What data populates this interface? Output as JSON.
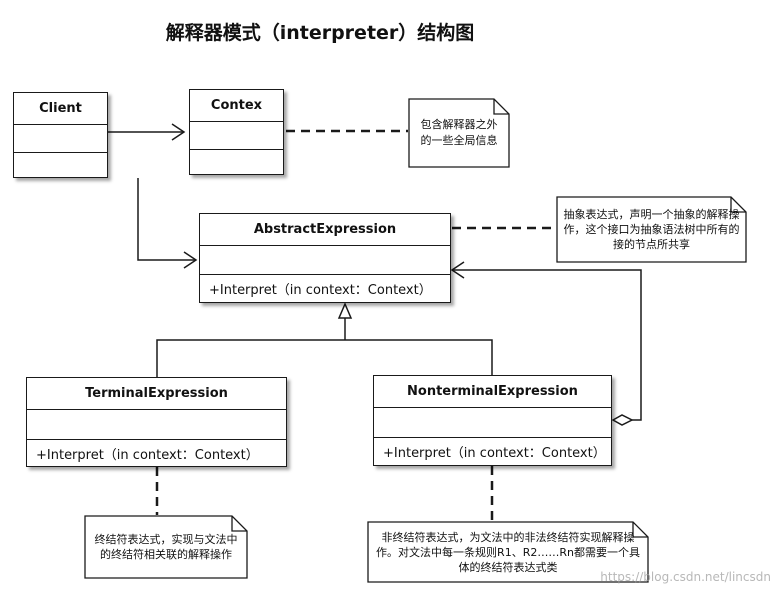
{
  "title": "解释器模式（interpreter）结构图",
  "classes": {
    "client": {
      "name": "Client"
    },
    "contex": {
      "name": "Contex"
    },
    "abstract_expression": {
      "name": "AbstractExpression",
      "operation": "+Interpret（in context：Context）"
    },
    "terminal_expression": {
      "name": "TerminalExpression",
      "operation": "+Interpret（in context：Context）"
    },
    "nonterminal_expression": {
      "name": "NonterminalExpression",
      "operation": "+Interpret（in context：Context）"
    }
  },
  "notes": {
    "contex_note": "包含解释器之外的一些全局信息",
    "abstract_note": "抽象表达式，声明一个抽象的解释操作，这个接口为抽象语法树中所有的接的节点所共享",
    "terminal_note": "终结符表达式，实现与文法中的终结符相关联的解释操作",
    "nonterminal_note": "非终结符表达式，为文法中的非法终结符实现解释操作。对文法中每一条规则R1、R2……Rn都需要一个具体的终结符表达式类"
  },
  "watermark": "https://blog.csdn.net/lincsdn",
  "colors": {
    "line": "#1a1a1a",
    "background": "#ffffff"
  }
}
